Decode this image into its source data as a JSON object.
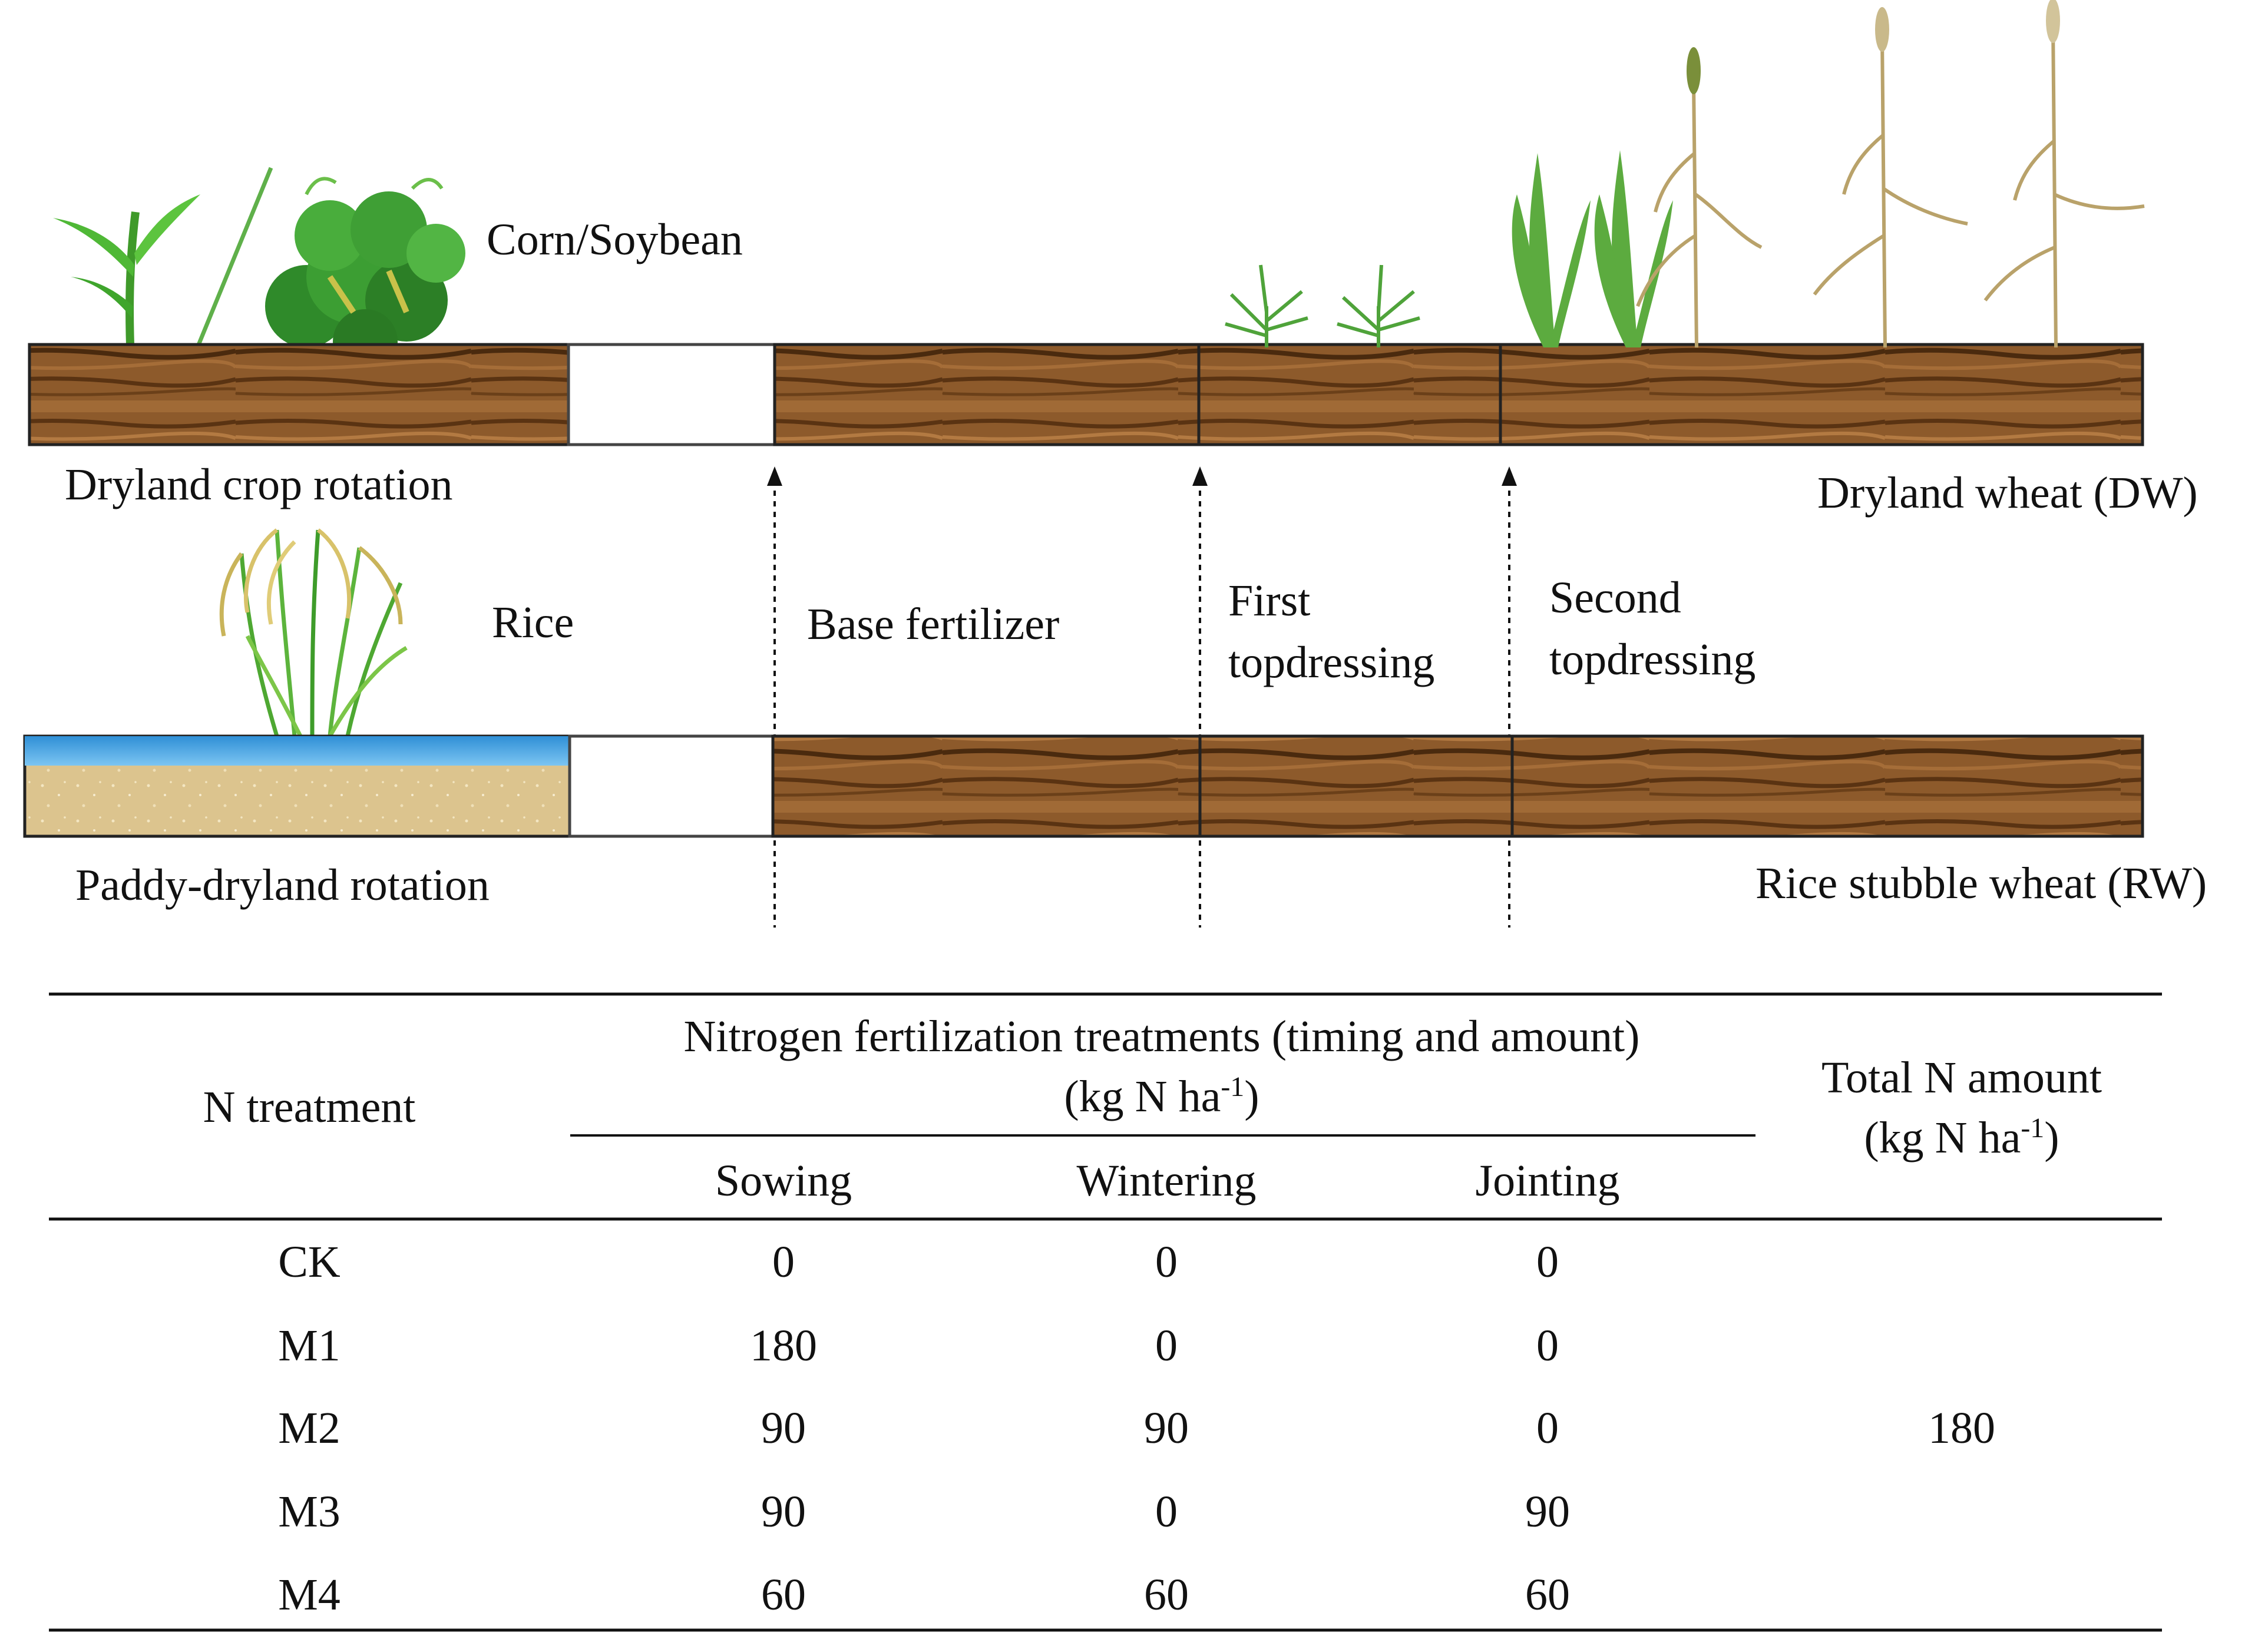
{
  "diagram": {
    "dryland": {
      "crop_label": "Corn/Soybean",
      "rotation_label": "Dryland crop rotation",
      "result_label": "Dryland wheat (DW)"
    },
    "paddy": {
      "crop_label": "Rice",
      "rotation_label": "Paddy-dryland rotation",
      "result_label": "Rice stubble wheat (RW)"
    },
    "stages": {
      "base": "Base fertilizer",
      "first_line1": "First",
      "first_line2": "topdressing",
      "second_line1": "Second",
      "second_line2": "topdressing"
    },
    "colors": {
      "soil": "#8a5a2b",
      "soil_dark": "#5a3614",
      "water": "#3b9fe0",
      "sand": "#dcc48e"
    }
  },
  "table": {
    "col_treatment": "N treatment",
    "group_header_line1": "Nitrogen fertilization treatments (timing and amount)",
    "unit_prefix": "(kg N ha",
    "unit_exp": "-1",
    "unit_suffix": ")",
    "total_line1": "Total N amount",
    "subheaders": [
      "Sowing",
      "Wintering",
      "Jointing"
    ],
    "rows": [
      {
        "name": "CK",
        "sowing": "0",
        "wintering": "0",
        "jointing": "0"
      },
      {
        "name": "M1",
        "sowing": "180",
        "wintering": "0",
        "jointing": "0"
      },
      {
        "name": "M2",
        "sowing": "90",
        "wintering": "90",
        "jointing": "0"
      },
      {
        "name": "M3",
        "sowing": "90",
        "wintering": "0",
        "jointing": "90"
      },
      {
        "name": "M4",
        "sowing": "60",
        "wintering": "60",
        "jointing": "60"
      }
    ],
    "total_value": "180"
  }
}
